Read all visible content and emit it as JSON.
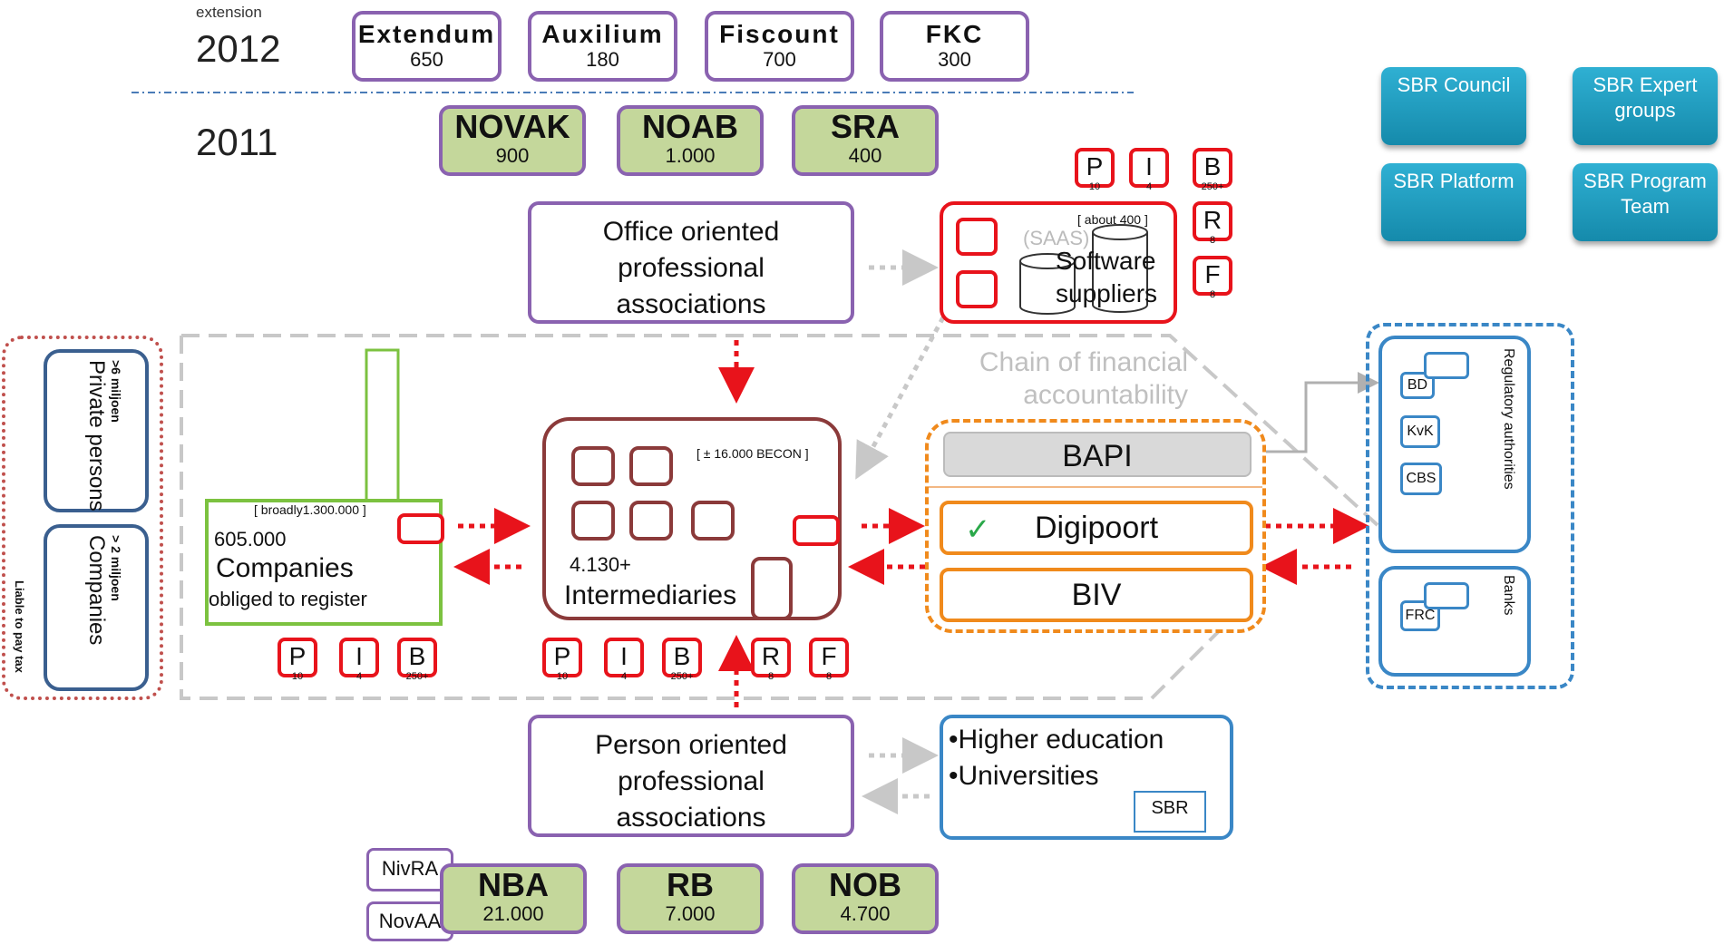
{
  "years": {
    "extension_label": "extension",
    "y2012": "2012",
    "y2011": "2011"
  },
  "ext_2012": [
    {
      "name": "Extendum",
      "count": "650"
    },
    {
      "name": "Auxilium",
      "count": "180"
    },
    {
      "name": "Fiscount",
      "count": "700"
    },
    {
      "name": "FKC",
      "count": "300"
    }
  ],
  "assoc_2011": [
    {
      "name": "NOVAK",
      "count": "900"
    },
    {
      "name": "NOAB",
      "count": "1.000"
    },
    {
      "name": "SRA",
      "count": "400"
    }
  ],
  "bottom_assoc": [
    {
      "name": "NBA",
      "count": "21.000"
    },
    {
      "name": "RB",
      "count": "7.000"
    },
    {
      "name": "NOB",
      "count": "4.700"
    }
  ],
  "bottom_small": {
    "nivra": "NivRA",
    "novaa": "NovAA"
  },
  "sbr": {
    "council": "SBR Council",
    "expert": "SBR Expert groups",
    "platform": "SBR Platform",
    "program": "SBR Program Team"
  },
  "office_assoc": "Office oriented professional associations",
  "person_assoc": "Person oriented professional associations",
  "software": {
    "about": "[ about 400 ]",
    "saas": "(SAAS)",
    "label": "Software suppliers"
  },
  "software_badges": [
    {
      "letter": "P",
      "num": "10"
    },
    {
      "letter": "I",
      "num": "4"
    },
    {
      "letter": "B",
      "num": "250+"
    },
    {
      "letter": "R",
      "num": "8"
    },
    {
      "letter": "F",
      "num": "8"
    }
  ],
  "chain": "Chain of financial accountability",
  "liable": {
    "private_count": ">6 miljoen",
    "private": "Private persons",
    "companies_count": "> 2 miljoen",
    "companies": "Companies",
    "label": "Liable to pay tax"
  },
  "companies": {
    "broadly": "[ broadly1.300.000 ]",
    "count": "605.000",
    "label": "Companies",
    "sub": "obliged to register"
  },
  "companies_badges": [
    {
      "letter": "P",
      "num": "10"
    },
    {
      "letter": "I",
      "num": "4"
    },
    {
      "letter": "B",
      "num": "250+"
    }
  ],
  "intermediaries": {
    "becon": "[ ± 16.000 BECON ]",
    "count": "4.130+",
    "label": "Intermediaries"
  },
  "intermediaries_badges": [
    {
      "letter": "P",
      "num": "10"
    },
    {
      "letter": "I",
      "num": "4"
    },
    {
      "letter": "B",
      "num": "250+"
    },
    {
      "letter": "R",
      "num": "8"
    },
    {
      "letter": "F",
      "num": "8"
    }
  ],
  "gateway": {
    "bapi": "BAPI",
    "digipoort": "Digipoort",
    "check": "✓",
    "biv": "BIV"
  },
  "regulatory": {
    "title": "Regulatory authorities",
    "bd": "BD",
    "kvk": "KvK",
    "cbs": "CBS"
  },
  "banks": {
    "title": "Banks",
    "frc": "FRC"
  },
  "education": {
    "item1": "•Higher education",
    "item2": "•Universities",
    "sbr": "SBR"
  },
  "colors": {
    "purple": "#8a62b0",
    "olive": "#c4d79b",
    "red": "#e8131b",
    "brown": "#8b3a3a",
    "orange": "#f08a1c",
    "blue": "#3a87c6",
    "teal": "#1f9ec2"
  }
}
